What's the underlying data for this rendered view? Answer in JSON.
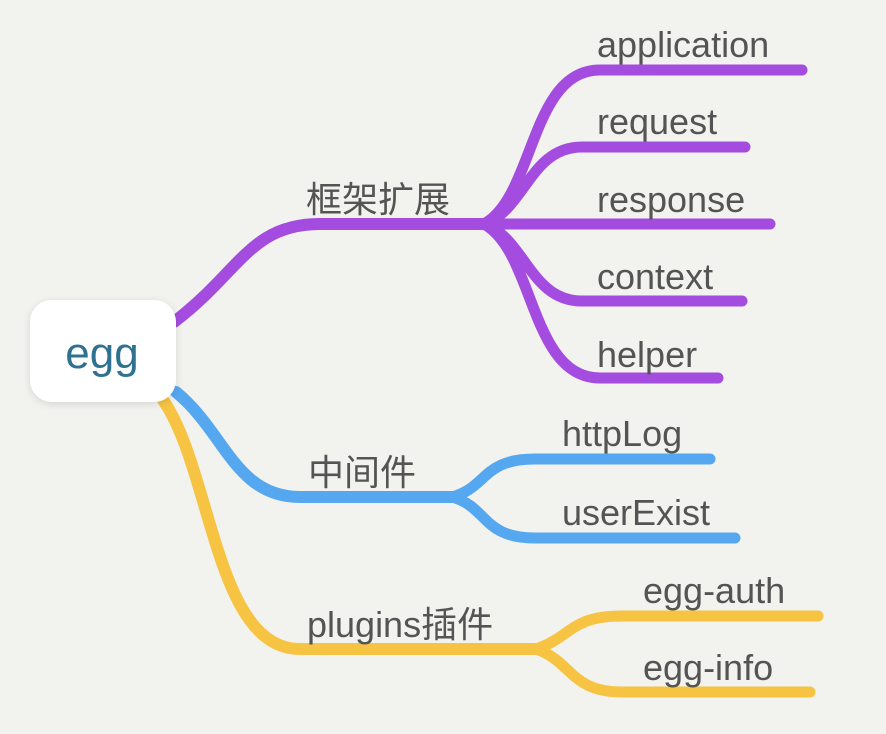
{
  "canvas": {
    "background": "#f2f2ee",
    "label_color": "#545454"
  },
  "root": {
    "label": "egg",
    "color": "#2f7191",
    "box_color": "#ffffff"
  },
  "branches": [
    {
      "label": "框架扩展",
      "color": "#a44be0",
      "children": [
        "application",
        "request",
        "response",
        "context",
        "helper"
      ]
    },
    {
      "label": "中间件",
      "color": "#55a8f0",
      "children": [
        "httpLog",
        "userExist"
      ]
    },
    {
      "label": "plugins插件",
      "color": "#f6c342",
      "children": [
        "egg-auth",
        "egg-info"
      ]
    }
  ]
}
